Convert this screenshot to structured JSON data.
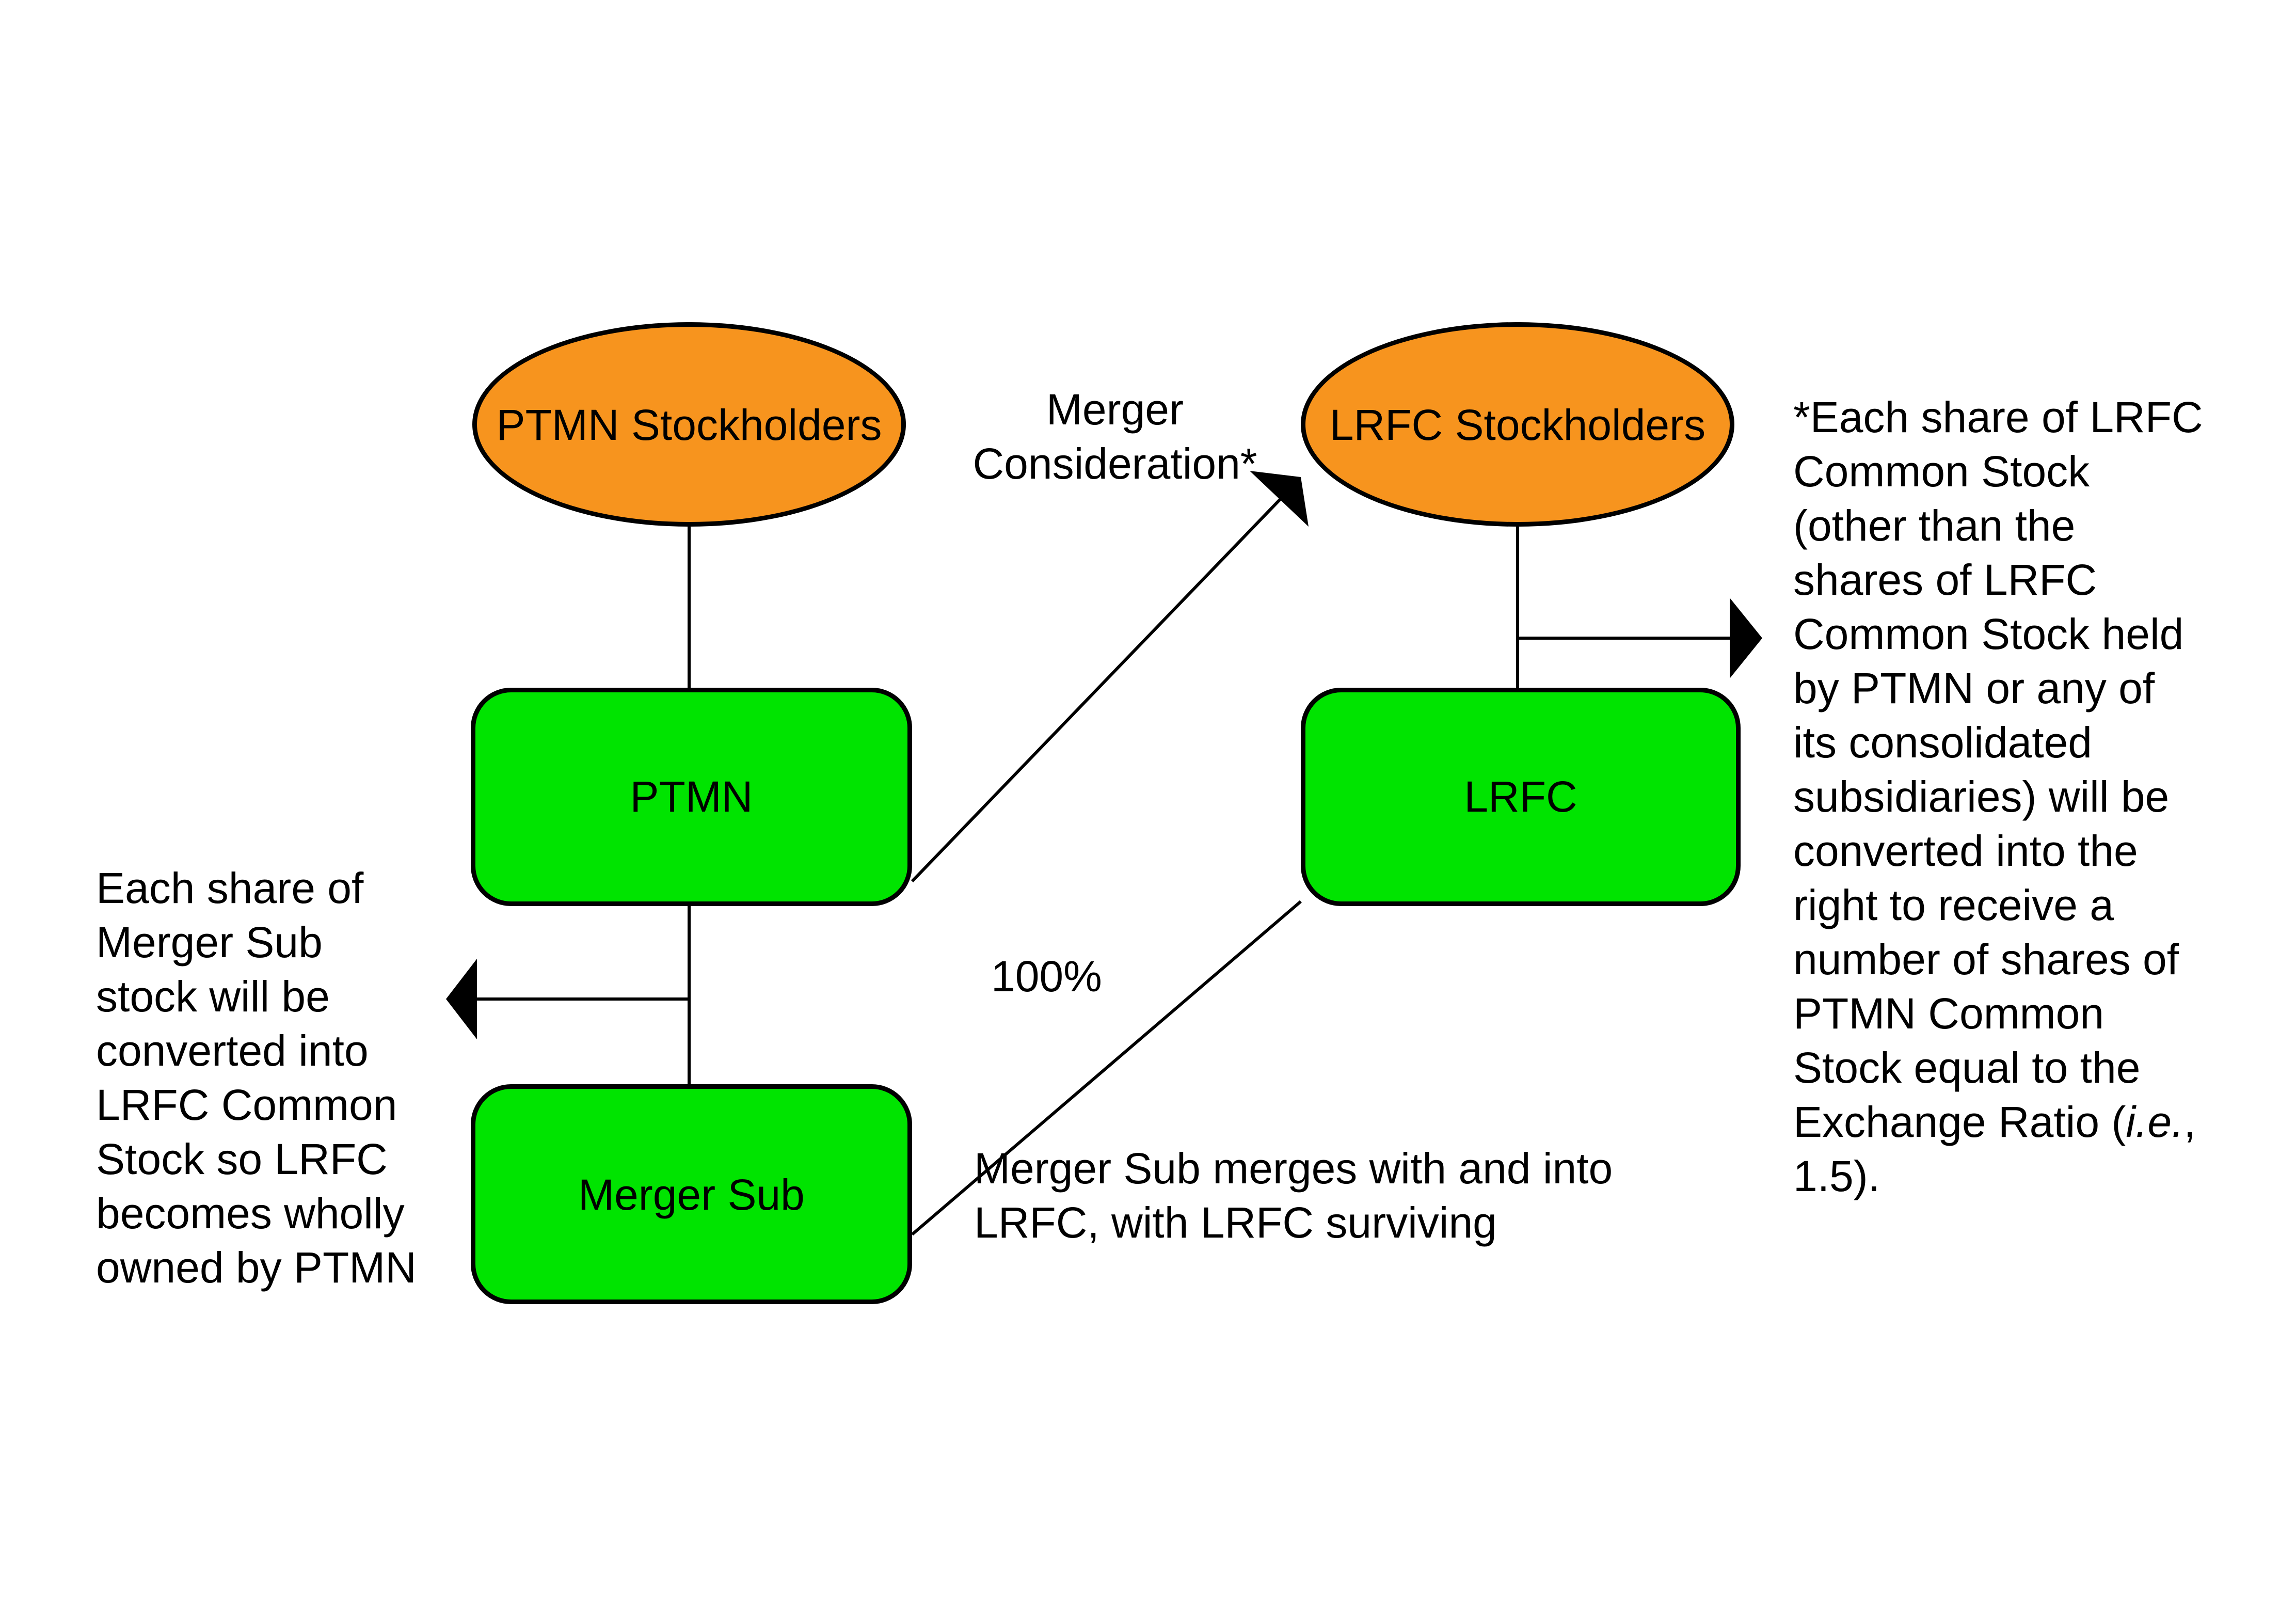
{
  "diagram": {
    "title_hint": "Merger structure diagram",
    "colors": {
      "node_orange": "#F7941E",
      "node_green": "#00E400",
      "line": "#000000",
      "text": "#000000",
      "background": "#FFFFFF"
    },
    "nodes": {
      "ptmn_stockholders": {
        "label": "PTMN Stockholders",
        "shape": "ellipse",
        "fill_key": "node_orange"
      },
      "lrfc_stockholders": {
        "label": "LRFC Stockholders",
        "shape": "ellipse",
        "fill_key": "node_orange"
      },
      "ptmn": {
        "label": "PTMN",
        "shape": "rounded-rect",
        "fill_key": "node_green"
      },
      "lrfc": {
        "label": "LRFC",
        "shape": "rounded-rect",
        "fill_key": "node_green"
      },
      "merger_sub": {
        "label": "Merger Sub",
        "shape": "rounded-rect",
        "fill_key": "node_green"
      }
    },
    "edge_labels": {
      "merger_consideration": [
        "Merger",
        "Consideration*"
      ],
      "ownership_pct": "100%",
      "merger_note": [
        "Merger Sub merges with and into",
        "LRFC, with LRFC surviving"
      ]
    },
    "annotations": {
      "left_note": [
        "Each share of",
        "Merger Sub",
        "stock will be",
        "converted into",
        "LRFC Common",
        "Stock so LRFC",
        "becomes wholly",
        "owned by PTMN"
      ],
      "right_note": [
        "*Each share of LRFC",
        "Common Stock",
        "(other than the",
        "shares of LRFC",
        "Common Stock held",
        "by PTMN or any of",
        "its consolidated",
        "subsidiaries) will be",
        "converted into the",
        "right to receive a",
        "number of shares of",
        "PTMN Common",
        "Stock equal to the",
        [
          {
            "t": "Exchange Ratio ("
          },
          {
            "t": "i.e.",
            "italic": true
          },
          {
            "t": ","
          }
        ],
        "1.5)."
      ]
    }
  }
}
